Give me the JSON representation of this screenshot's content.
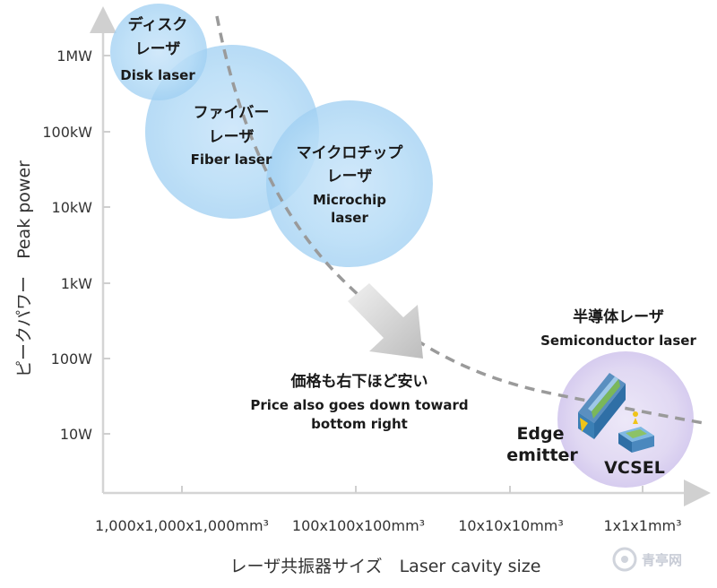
{
  "y_axis": {
    "title": "ピークパワー　Peak power",
    "ticks": [
      "1MW",
      "100kW",
      "10kW",
      "1kW",
      "100W",
      "10W"
    ]
  },
  "x_axis": {
    "title": "レーザ共振器サイズ　Laser cavity size",
    "ticks": [
      "1,000x1,000x1,000mm³",
      "100x100x100mm³",
      "10x10x10mm³",
      "1x1x1mm³"
    ]
  },
  "bubbles": {
    "disk": {
      "jp_line1": "ディスク",
      "jp_line2": "レーザ",
      "en": "Disk laser"
    },
    "fiber": {
      "jp_line1": "ファイバー",
      "jp_line2": "レーザ",
      "en": "Fiber laser"
    },
    "microchip": {
      "jp_line1": "マイクロチップ",
      "jp_line2": "レーザ",
      "en_line1": "Microchip",
      "en_line2": "laser"
    },
    "semiconductor": {
      "jp": "半導体レーザ",
      "en": "Semiconductor laser",
      "edge_line1": "Edge",
      "edge_line2": "emitter",
      "vcsel": "VCSEL"
    }
  },
  "price_note": {
    "jp": "価格も右下ほど安い",
    "en_line1": "Price also goes down toward",
    "en_line2": "bottom right"
  },
  "watermark": "青亭网",
  "colors": {
    "bubble_blue": "#a9d3f3",
    "bubble_purple": "#d6cdef",
    "dashed_curve": "#9a9a9a",
    "arrow_gray": "#c9c9c9"
  }
}
